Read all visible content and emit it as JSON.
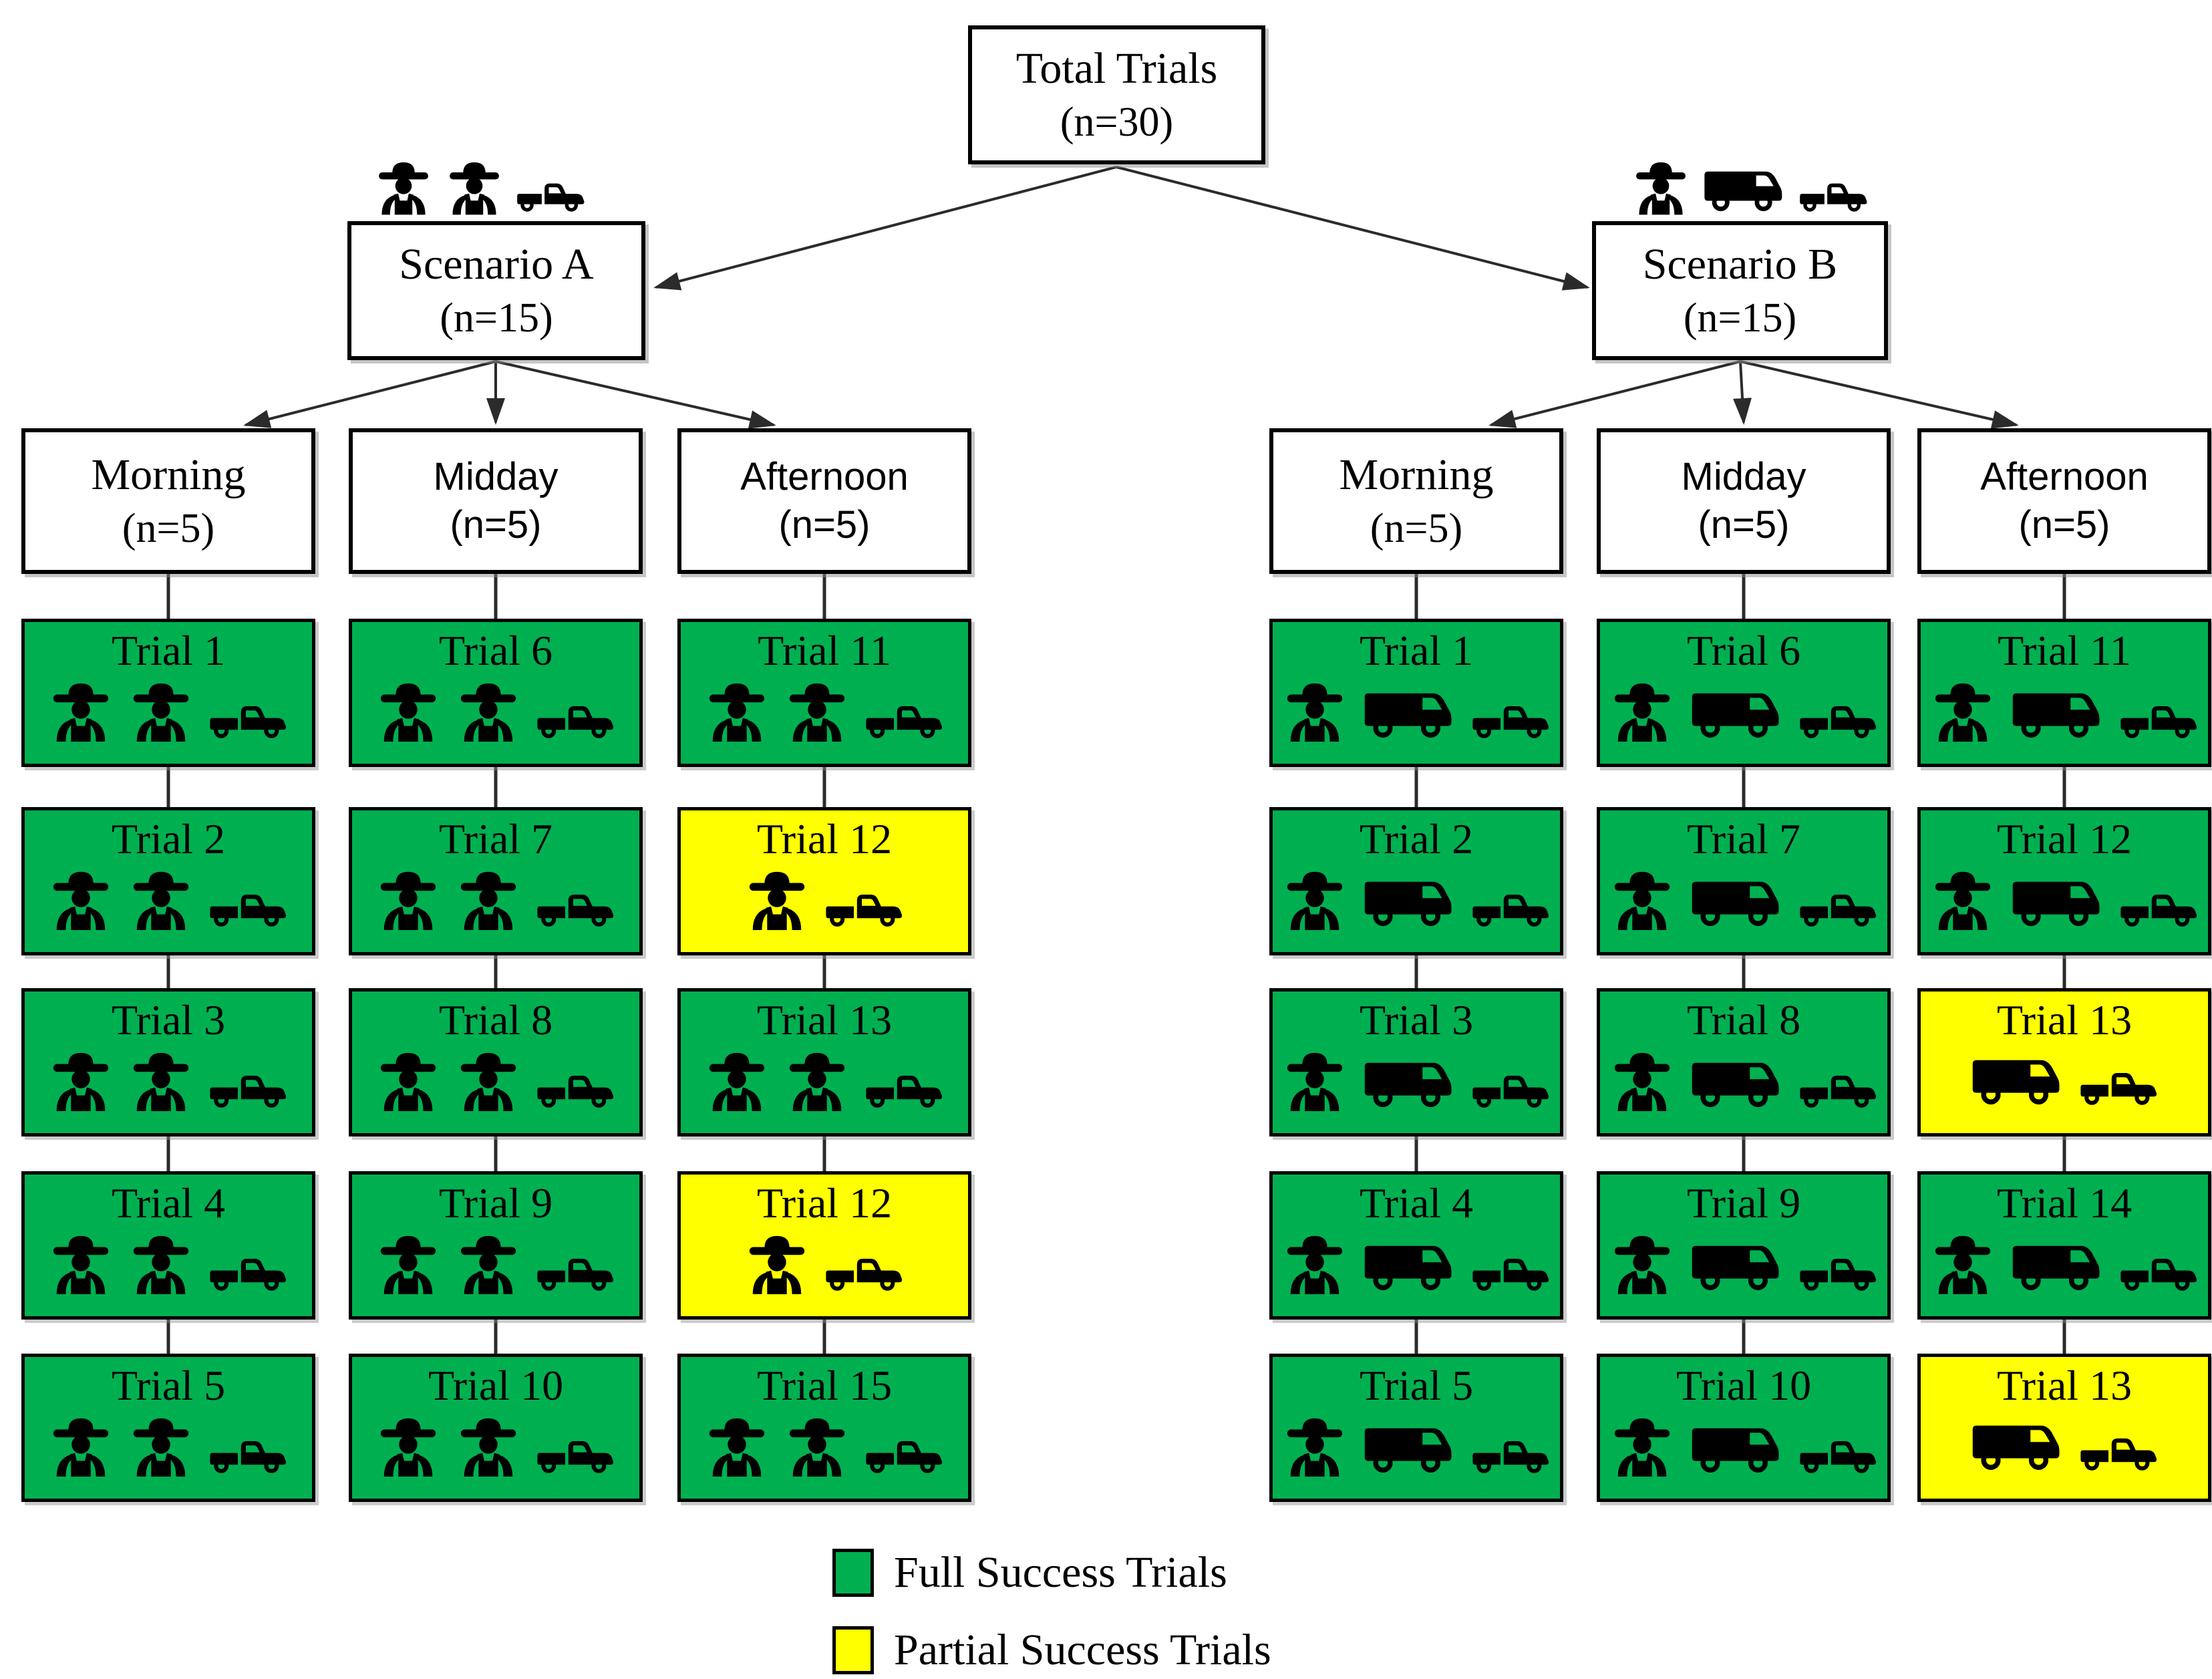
{
  "root": {
    "title": "Total Trials",
    "n_label": "(n=30)"
  },
  "colors": {
    "full": "#00B050",
    "partial": "#FFFF00",
    "line": "#2b2b2b",
    "border": "#000000"
  },
  "legend": [
    {
      "status": "full",
      "label": "Full Success Trials"
    },
    {
      "status": "partial",
      "label": "Partial Success Trials"
    }
  ],
  "icon_names": {
    "farmer": "farmer-icon",
    "van": "van-icon",
    "pickup": "pickup-truck-icon"
  },
  "scenarios": [
    {
      "name": "Scenario A",
      "n_label": "(n=15)",
      "icons": [
        "farmer",
        "farmer",
        "pickup"
      ],
      "columns": [
        {
          "label": "Morning",
          "n_label": "(n=5)",
          "style": "serif",
          "trials": [
            {
              "label": "Trial 1",
              "status": "full",
              "icons": [
                "farmer",
                "farmer",
                "pickup"
              ]
            },
            {
              "label": "Trial 2",
              "status": "full",
              "icons": [
                "farmer",
                "farmer",
                "pickup"
              ]
            },
            {
              "label": "Trial 3",
              "status": "full",
              "icons": [
                "farmer",
                "farmer",
                "pickup"
              ]
            },
            {
              "label": "Trial 4",
              "status": "full",
              "icons": [
                "farmer",
                "farmer",
                "pickup"
              ]
            },
            {
              "label": "Trial 5",
              "status": "full",
              "icons": [
                "farmer",
                "farmer",
                "pickup"
              ]
            }
          ]
        },
        {
          "label": "Midday",
          "n_label": "(n=5)",
          "style": "sans",
          "trials": [
            {
              "label": "Trial 6",
              "status": "full",
              "icons": [
                "farmer",
                "farmer",
                "pickup"
              ]
            },
            {
              "label": "Trial 7",
              "status": "full",
              "icons": [
                "farmer",
                "farmer",
                "pickup"
              ]
            },
            {
              "label": "Trial 8",
              "status": "full",
              "icons": [
                "farmer",
                "farmer",
                "pickup"
              ]
            },
            {
              "label": "Trial 9",
              "status": "full",
              "icons": [
                "farmer",
                "farmer",
                "pickup"
              ]
            },
            {
              "label": "Trial 10",
              "status": "full",
              "icons": [
                "farmer",
                "farmer",
                "pickup"
              ]
            }
          ]
        },
        {
          "label": "Afternoon",
          "n_label": "(n=5)",
          "style": "sans",
          "trials": [
            {
              "label": "Trial 11",
              "status": "full",
              "icons": [
                "farmer",
                "farmer",
                "pickup"
              ]
            },
            {
              "label": "Trial 12",
              "status": "partial",
              "icons": [
                "farmer",
                "pickup"
              ]
            },
            {
              "label": "Trial 13",
              "status": "full",
              "icons": [
                "farmer",
                "farmer",
                "pickup"
              ]
            },
            {
              "label": "Trial 12",
              "status": "partial",
              "icons": [
                "farmer",
                "pickup"
              ]
            },
            {
              "label": "Trial 15",
              "status": "full",
              "icons": [
                "farmer",
                "farmer",
                "pickup"
              ]
            }
          ]
        }
      ]
    },
    {
      "name": "Scenario B",
      "n_label": "(n=15)",
      "icons": [
        "farmer",
        "van",
        "pickup"
      ],
      "columns": [
        {
          "label": "Morning",
          "n_label": "(n=5)",
          "style": "serif",
          "trials": [
            {
              "label": "Trial 1",
              "status": "full",
              "icons": [
                "farmer",
                "van",
                "pickup"
              ]
            },
            {
              "label": "Trial 2",
              "status": "full",
              "icons": [
                "farmer",
                "van",
                "pickup"
              ]
            },
            {
              "label": "Trial 3",
              "status": "full",
              "icons": [
                "farmer",
                "van",
                "pickup"
              ]
            },
            {
              "label": "Trial 4",
              "status": "full",
              "icons": [
                "farmer",
                "van",
                "pickup"
              ]
            },
            {
              "label": "Trial 5",
              "status": "full",
              "icons": [
                "farmer",
                "van",
                "pickup"
              ]
            }
          ]
        },
        {
          "label": "Midday",
          "n_label": "(n=5)",
          "style": "sans",
          "trials": [
            {
              "label": "Trial 6",
              "status": "full",
              "icons": [
                "farmer",
                "van",
                "pickup"
              ]
            },
            {
              "label": "Trial 7",
              "status": "full",
              "icons": [
                "farmer",
                "van",
                "pickup"
              ]
            },
            {
              "label": "Trial 8",
              "status": "full",
              "icons": [
                "farmer",
                "van",
                "pickup"
              ]
            },
            {
              "label": "Trial 9",
              "status": "full",
              "icons": [
                "farmer",
                "van",
                "pickup"
              ]
            },
            {
              "label": "Trial 10",
              "status": "full",
              "icons": [
                "farmer",
                "van",
                "pickup"
              ]
            }
          ]
        },
        {
          "label": "Afternoon",
          "n_label": "(n=5)",
          "style": "sans",
          "trials": [
            {
              "label": "Trial 11",
              "status": "full",
              "icons": [
                "farmer",
                "van",
                "pickup"
              ]
            },
            {
              "label": "Trial 12",
              "status": "full",
              "icons": [
                "farmer",
                "van",
                "pickup"
              ]
            },
            {
              "label": "Trial 13",
              "status": "partial",
              "icons": [
                "van",
                "pickup"
              ]
            },
            {
              "label": "Trial 14",
              "status": "full",
              "icons": [
                "farmer",
                "van",
                "pickup"
              ]
            },
            {
              "label": "Trial 13",
              "status": "partial",
              "icons": [
                "van",
                "pickup"
              ]
            }
          ]
        }
      ]
    }
  ]
}
